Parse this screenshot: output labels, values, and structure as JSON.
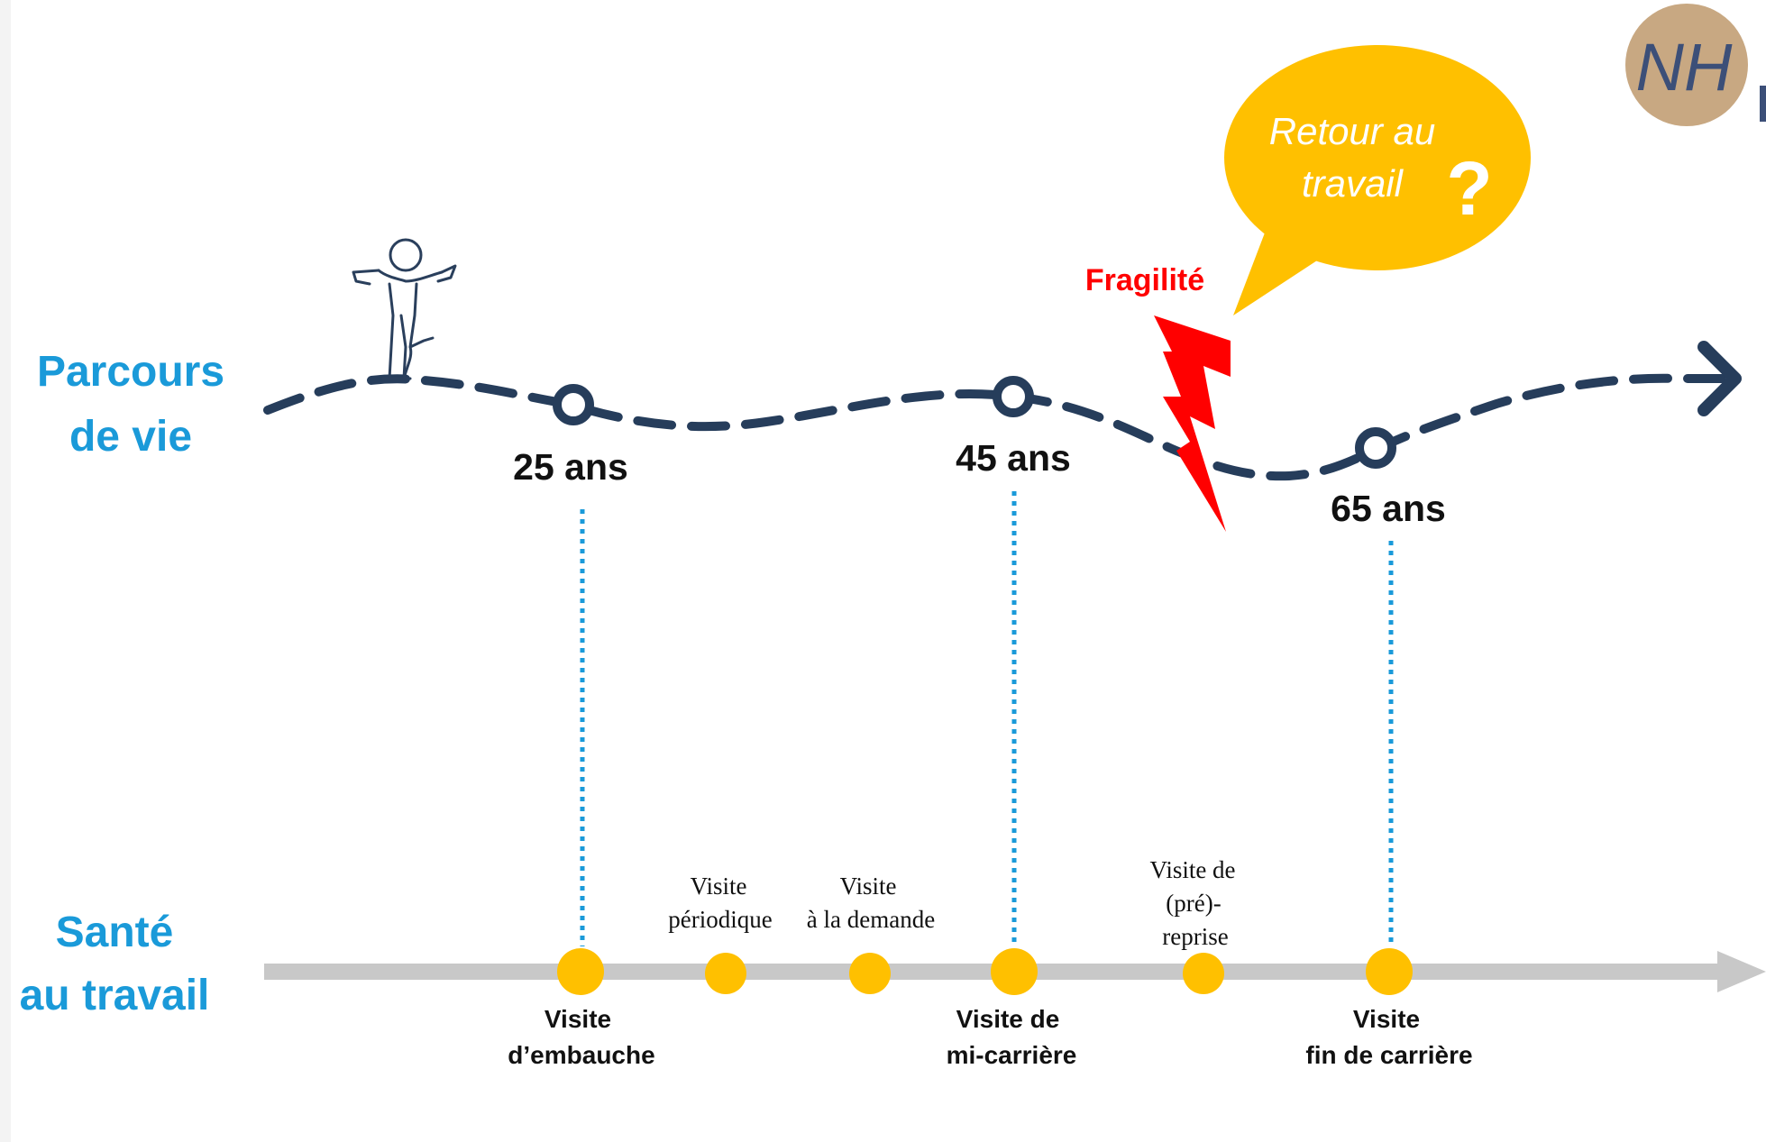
{
  "rows": {
    "life_line1": "Parcours",
    "life_line2": "de vie",
    "health_line1": "Santé",
    "health_line2": "au travail"
  },
  "milestones": [
    {
      "age": "25 ans"
    },
    {
      "age": "45 ans"
    },
    {
      "age": "65 ans"
    }
  ],
  "fragility_label": "Fragilité",
  "speech_bubble": {
    "line1": "Retour au",
    "line2": "travail",
    "mark": "?"
  },
  "visits_below": [
    {
      "line1": "Visite",
      "line2": "d’embauche"
    },
    {
      "line1": "Visite de",
      "line2": "mi-carrière"
    },
    {
      "line1": "Visite",
      "line2": "fin de carrière"
    }
  ],
  "visits_above": [
    {
      "line1": "Visite",
      "line2": "périodique"
    },
    {
      "line1": "Visite",
      "line2": "à la demande"
    },
    {
      "line1": "Visite de",
      "line2": "(pré)-",
      "line3": "reprise"
    }
  ],
  "logo": {
    "text": "NH",
    "color": "#c8a882"
  },
  "colors": {
    "path": "#263d5b",
    "accent_blue": "#1a9ad9",
    "marker_yellow": "#ffc000",
    "axis_grey": "#c8c8c8",
    "fragility_red": "#ff0000"
  }
}
